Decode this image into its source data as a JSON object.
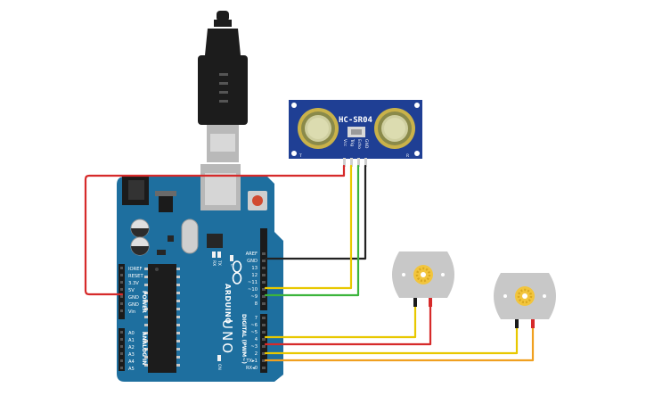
{
  "colors": {
    "board": "#1e6f9f",
    "board_dark": "#16577e",
    "sensor": "#1f3f94",
    "transducer": "#c9b24a",
    "motor_body": "#c8c8c8",
    "motor_hub": "#f2c53d",
    "wire_red": "#d62a2a",
    "wire_black": "#222222",
    "wire_yellow": "#e8c800",
    "wire_green": "#3cb43c",
    "wire_orange": "#f0a020"
  },
  "arduino": {
    "brand": "ARDUINO",
    "model": "UNO",
    "power_section": "POWER",
    "analog_section": "ANALOG IN",
    "digital_section": "DIGITAL (PWM~)",
    "power_pins": [
      "IOREF",
      "RESET",
      "3.3V",
      "5V",
      "GND",
      "GND",
      "Vin"
    ],
    "analog_pins": [
      "A0",
      "A1",
      "A2",
      "A3",
      "A4",
      "A5"
    ],
    "top_header_pins": [
      "AREF",
      "GND",
      "13",
      "12",
      "~11",
      "~10",
      "~9",
      "8"
    ],
    "bottom_header_pins": [
      "7",
      "~6",
      "~5",
      "4",
      "~3",
      "2",
      "TX▸1",
      "RX◂0"
    ],
    "led_labels": [
      "RX",
      "TX"
    ],
    "led_l": "L",
    "on_label": "ON"
  },
  "sensor": {
    "label": "HC-SR04",
    "pins": [
      "Vcc",
      "Trig",
      "Echo",
      "GND"
    ],
    "corner_left": "T",
    "corner_right": "R"
  },
  "motors": [
    {
      "id": "motor-1"
    },
    {
      "id": "motor-2"
    }
  ]
}
